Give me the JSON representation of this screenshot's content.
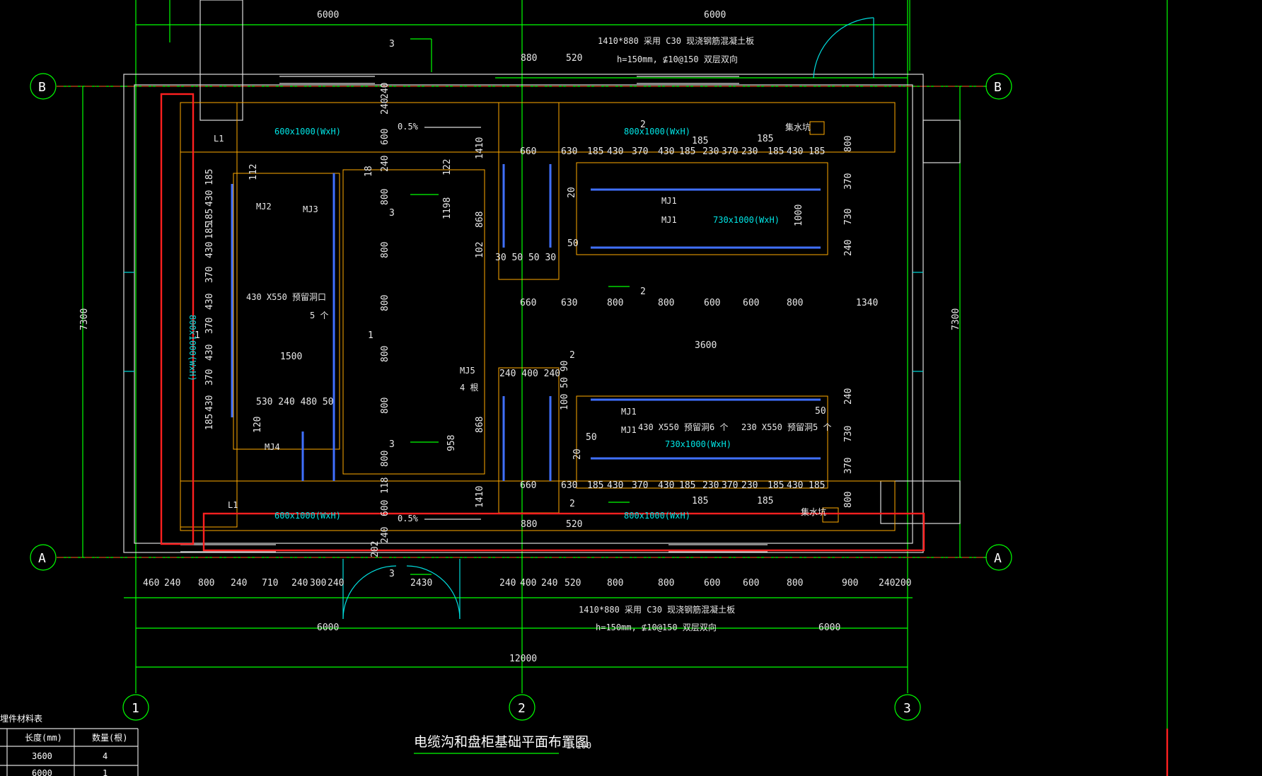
{
  "axes": {
    "rows": [
      "B",
      "A"
    ],
    "cols": [
      "1",
      "2",
      "3"
    ]
  },
  "dims_top": [
    "6000",
    "6000"
  ],
  "dims_bottom_total": "12000",
  "dims_bottom_halves": [
    "6000",
    "6000"
  ],
  "dims_bottom_detail": [
    "460",
    "240",
    "800",
    "240",
    "710",
    "240",
    "300",
    "240",
    "2430",
    "240",
    "400",
    "240",
    "520",
    "800",
    "800",
    "600",
    "600",
    "800",
    "900",
    "240",
    "200"
  ],
  "dims_side": "7300",
  "dims_left_vertical": [
    "185",
    "430",
    "185",
    "185",
    "430",
    "370",
    "430",
    "370",
    "430",
    "370",
    "430",
    "185"
  ],
  "dims_mid_vertical": [
    "240",
    "240",
    "600",
    "240",
    "800",
    "800",
    "800",
    "800",
    "800",
    "800",
    "118",
    "600",
    "240",
    "202"
  ],
  "dims_right_vertical_top": [
    "800",
    "370",
    "730",
    "240"
  ],
  "dims_right_vertical_bottom": [
    "240",
    "730",
    "370",
    "800"
  ],
  "dims_row_upper": [
    "660",
    "630",
    "185",
    "430",
    "370",
    "430",
    "185",
    "230",
    "370",
    "230",
    "185",
    "430",
    "185"
  ],
  "dims_row_middle": [
    "660",
    "630",
    "800",
    "800",
    "600",
    "600",
    "800",
    "1340"
  ],
  "dims_row_lower": [
    "660",
    "630",
    "185",
    "430",
    "370",
    "430",
    "185",
    "230",
    "370",
    "230",
    "185",
    "430",
    "185"
  ],
  "dims_misc": {
    "upper_880": "880",
    "upper_520": "520",
    "lower_880": "880",
    "lower_520": "520",
    "d1410_top": "1410",
    "d1410_bot": "1410",
    "d1198": "1198",
    "d868_top": "868",
    "d868_bot": "868",
    "d958": "958",
    "d122": "122",
    "d102": "102",
    "d112": "112",
    "d120": "120",
    "d18": "18",
    "d20a": "20",
    "d20b": "20",
    "d50a": "50",
    "d50b": "50",
    "d50c": "50",
    "d30_50_50_30": "30  50      50  30",
    "d240_400_240": "240  400  240",
    "d3600": "3600",
    "d1000": "1000",
    "d185a": "185",
    "d185b": "185",
    "d185c": "185",
    "d185d": "185",
    "d530_240_480_50": "530   240   480  50",
    "d1500": "1500",
    "d100_50_90": "100 50 90"
  },
  "notes": {
    "slab_top_1": "1410*880     采用 C30  现浇钢筋混凝土板",
    "slab_top_2": "h=150mm,     ⊈10@150    双层双向",
    "slab_bot_1": "1410*880     采用 C30  现浇钢筋混凝土板",
    "slab_bot_2": "h=150mm,     ⊈10@150    双层双向",
    "slope_top": "0.5%",
    "slope_bot": "0.5%",
    "trench_top_left": "600x1000(WxH)",
    "trench_top_right": "800x1000(WxH)",
    "trench_bot_left": "600x1000(WxH)",
    "trench_bot_right": "800x1000(WxH)",
    "trench_left_vertical": "800x1000(WxH)",
    "trench_mid_upper": "730x1000(WxH)",
    "trench_mid_lower": "730x1000(WxH)",
    "sump_top": "集水坑",
    "sump_bot": "集水坑",
    "hole_left_1": "430  X550   预留洞口",
    "hole_left_2": "5 个",
    "hole_right_a": "430  X550   预留洞6 个",
    "hole_right_b": "230  X550   预留洞5 个",
    "mj1a": "MJ1",
    "mj1b": "MJ1",
    "mj1c": "MJ1",
    "mj1d": "MJ1",
    "mj2": "MJ2",
    "mj3": "MJ3",
    "mj4": "MJ4",
    "mj5": "MJ5",
    "mj5_count": "4 根",
    "l1_top": "L1",
    "l1_bot": "L1",
    "sec_3a": "3",
    "sec_3b": "3",
    "sec_3c": "3",
    "sec_3d": "3",
    "sec_2a": "2",
    "sec_2b": "2",
    "sec_2c": "2",
    "sec_2d": "2",
    "sec_1a": "1",
    "sec_1b": "1"
  },
  "drawing_title": "电缆沟和盘柜基础平面布置图",
  "scale": "1:100",
  "table": {
    "caption": "埋件材料表",
    "headers": [
      "长度(mm)",
      "数量(根)"
    ],
    "rows": [
      [
        "3600",
        "4"
      ],
      [
        "6000",
        "1"
      ]
    ]
  }
}
